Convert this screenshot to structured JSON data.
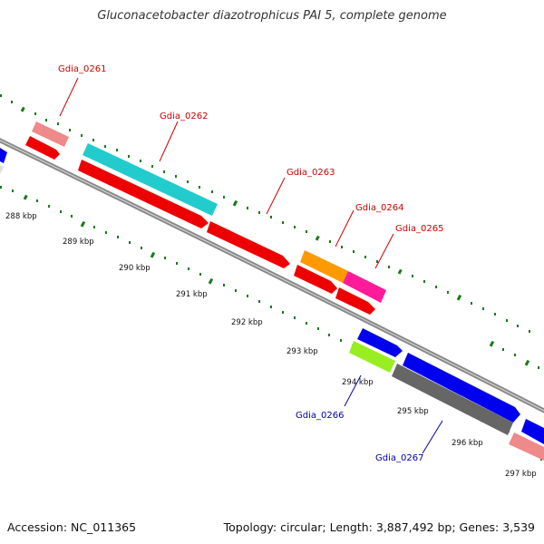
{
  "title": "Gluconacetobacter diazotrophicus PAI 5, complete genome",
  "accession": "Accession: NC_011365",
  "summary": "Topology: circular; Length: 3,887,492 bp; Genes: 3,539",
  "ruler_ticks": [
    "288 kbp",
    "289 kbp",
    "290 kbp",
    "291 kbp",
    "292 kbp",
    "293 kbp",
    "294 kbp",
    "295 kbp",
    "296 kbp",
    "297 kbp"
  ],
  "gene_labels_top": [
    "Gdia_0261",
    "Gdia_0262",
    "Gdia_0263",
    "Gdia_0264",
    "Gdia_0265"
  ],
  "gene_labels_bottom": [
    "Gdia_0266",
    "Gdia_0267"
  ],
  "colors": {
    "label_top": "#cc0000",
    "label_bottom": "#0000aa",
    "tick": "#1a7a1a",
    "backbone": "#8a8a8a"
  }
}
